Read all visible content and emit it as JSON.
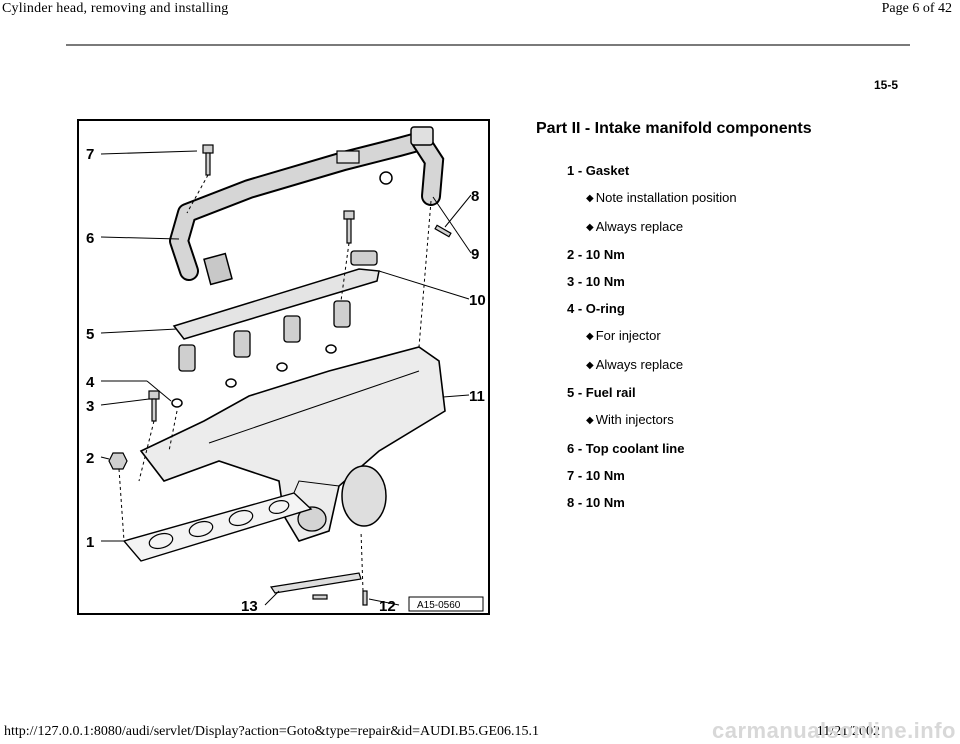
{
  "header": {
    "title": "Cylinder head, removing and installing",
    "page_label": "Page 6 of 42"
  },
  "page_number": "15-5",
  "figure": {
    "callouts": [
      "1",
      "2",
      "3",
      "4",
      "5",
      "6",
      "7",
      "8",
      "9",
      "10",
      "11",
      "12",
      "13"
    ],
    "code": "A15-0560"
  },
  "section_title": "Part II - Intake manifold components",
  "items": [
    {
      "label": "1 - Gasket",
      "notes": [
        "Note installation position",
        "Always replace"
      ]
    },
    {
      "label": "2 - 10 Nm",
      "notes": []
    },
    {
      "label": "3 - 10 Nm",
      "notes": []
    },
    {
      "label": "4 - O-ring",
      "notes": [
        "For injector",
        "Always replace"
      ]
    },
    {
      "label": "5 - Fuel rail",
      "notes": [
        "With injectors"
      ]
    },
    {
      "label": "6 - Top coolant line",
      "notes": []
    },
    {
      "label": "7 - 10 Nm",
      "notes": []
    },
    {
      "label": "8 - 10 Nm",
      "notes": []
    }
  ],
  "note_icon": "diamond-bullet-icon",
  "footer": {
    "url": "http://127.0.0.1:8080/audi/servlet/Display?action=Goto&type=repair&id=AUDI.B5.GE06.15.1",
    "date": "11/21/2002",
    "watermark": "carmanualsonline.info"
  }
}
